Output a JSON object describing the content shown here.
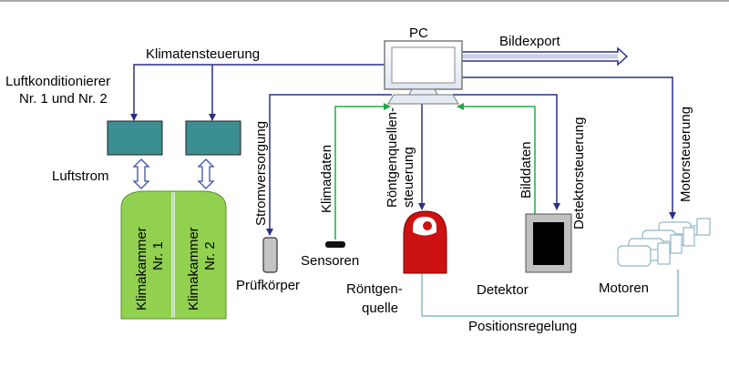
{
  "labels": {
    "pc": "PC",
    "bildexport": "Bildexport",
    "klimatensteuerung": "Klimatensteuerung",
    "luftkonditionierer_line1": "Luftkonditionierer",
    "luftkonditionierer_line2": "Nr. 1 und Nr. 2",
    "luftstrom": "Luftstrom",
    "klimakammer1_line1": "Klimakammer",
    "klimakammer1_line2": "Nr. 1",
    "klimakammer2_line1": "Klimakammer",
    "klimakammer2_line2": "Nr. 2",
    "stromversorgung": "Stromversorgung",
    "pruefkoerper": "Prüfkörper",
    "klimadaten": "Klimadaten",
    "sensoren": "Sensoren",
    "roentgenquellensteuerung_line1": "Röntgenquellen-",
    "roentgenquellensteuerung_line2": "steuerung",
    "roentgenquelle_line1": "Röntgen-",
    "roentgenquelle_line2": "quelle",
    "bilddaten": "Bilddaten",
    "detektorsteuerung": "Detektorsteuerung",
    "detektor": "Detektor",
    "motorsteuerung": "Motorsteuerung",
    "motoren": "Motoren",
    "positionsregelung": "Positionsregelung"
  },
  "colors": {
    "control_line": "#2b2f8a",
    "data_line": "#21a84a",
    "position_line": "#7fbfbf",
    "conditioner": "#3b8f92",
    "chamber": "#92d050",
    "xray_source": "#cc1111",
    "detector_frame": "#c0c0c0"
  }
}
